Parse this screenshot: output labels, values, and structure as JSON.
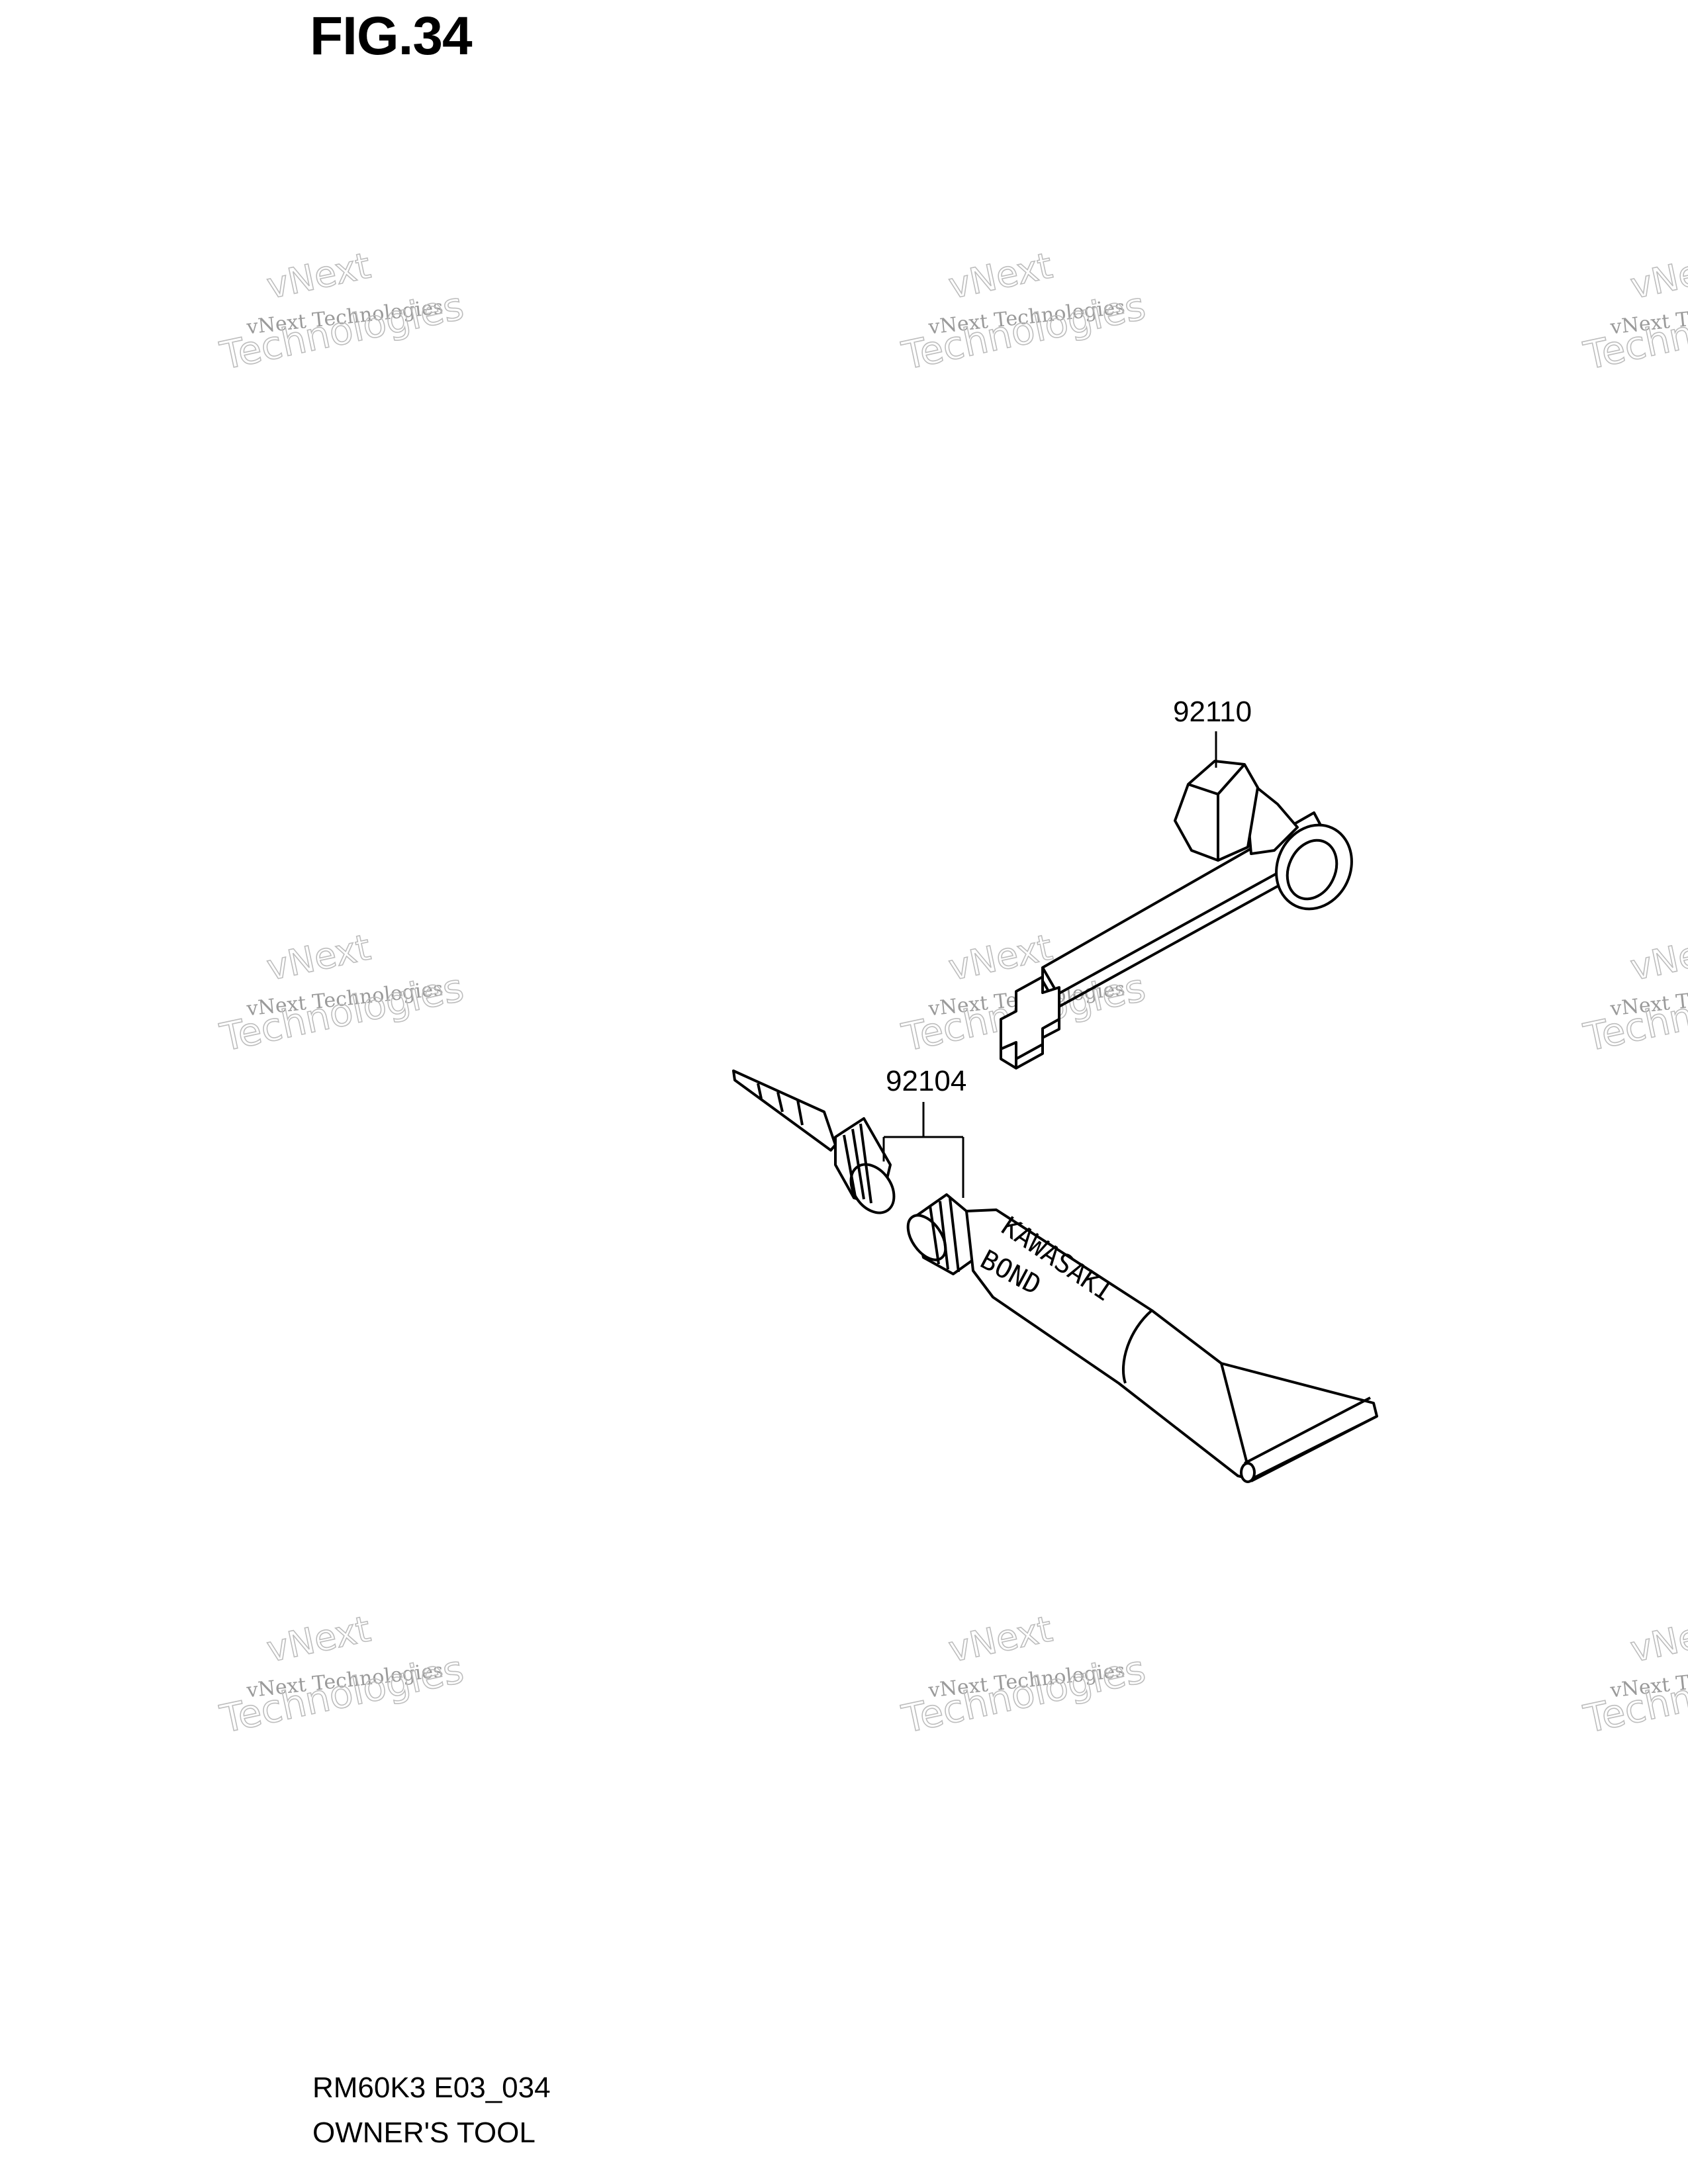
{
  "figure": {
    "title": "FIG.34"
  },
  "parts": [
    {
      "number": "92110"
    },
    {
      "number": "92104"
    }
  ],
  "tube_print": {
    "line1": "KAWASAKI",
    "line2": "BOND"
  },
  "watermark": {
    "line1": "vNext",
    "line2": "vNext Technologies",
    "line3": "Technologies"
  },
  "footer": {
    "code": "RM60K3 E03_034",
    "caption": "OWNER'S TOOL"
  }
}
